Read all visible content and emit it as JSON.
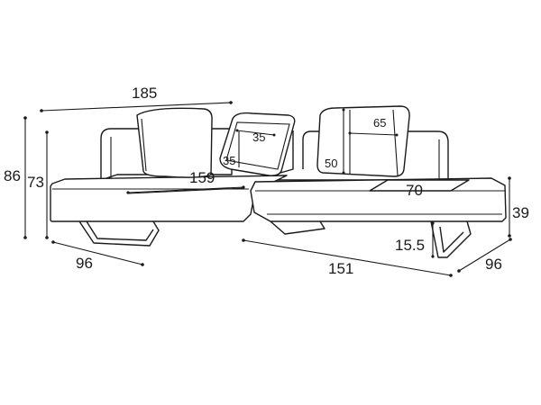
{
  "diagram": {
    "dimensions": {
      "total_width": "185",
      "back_height": "86",
      "seat_back_height": "73",
      "left_depth": "96",
      "left_seat_length": "159",
      "small_pillow_width": "35",
      "small_pillow_height": "35",
      "large_cushion_width": "65",
      "large_cushion_height": "50",
      "table_width": "70",
      "seat_height": "39",
      "leg_height": "15.5",
      "chaise_length": "151",
      "chaise_depth": "96"
    },
    "colors": {
      "line": "#1a1a1a",
      "background": "#ffffff"
    }
  }
}
